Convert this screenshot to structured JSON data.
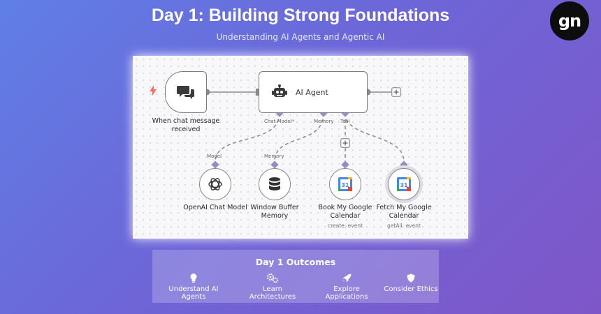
{
  "header": {
    "title": "Day 1: Building Strong Foundations",
    "subtitle": "Understanding AI Agents and Agentic AI",
    "logo_text": "gn"
  },
  "workflow": {
    "trigger_label": "When chat message received",
    "agent_label": "AI Agent",
    "ports": {
      "chat_model": "Chat Model*",
      "memory": "Memory",
      "tool": "Tool",
      "model": "Model",
      "memory_in": "Memory"
    },
    "nodes": [
      {
        "label": "OpenAI Chat Model",
        "sub": "",
        "icon": "openai-icon"
      },
      {
        "label": "Window Buffer Memory",
        "sub": "",
        "icon": "database-icon"
      },
      {
        "label": "Book My Google Calendar",
        "sub": "create: event",
        "icon": "google-calendar-icon"
      },
      {
        "label": "Fetch My Google Calendar",
        "sub": "getAll: event",
        "icon": "google-calendar-icon"
      }
    ],
    "calendar_number": "31"
  },
  "outcomes": {
    "title": "Day 1 Outcomes",
    "items": [
      {
        "label": "Understand AI Agents",
        "icon": "lightbulb-icon"
      },
      {
        "label": "Learn Architectures",
        "icon": "gears-icon"
      },
      {
        "label": "Explore Applications",
        "icon": "rocket-icon"
      },
      {
        "label": "Consider Ethics",
        "icon": "shield-icon"
      }
    ]
  },
  "colors": {
    "accent_orange": "#ff6d5a",
    "port_purple": "#8f8fc6",
    "calendar_blue": "#4285f4"
  }
}
